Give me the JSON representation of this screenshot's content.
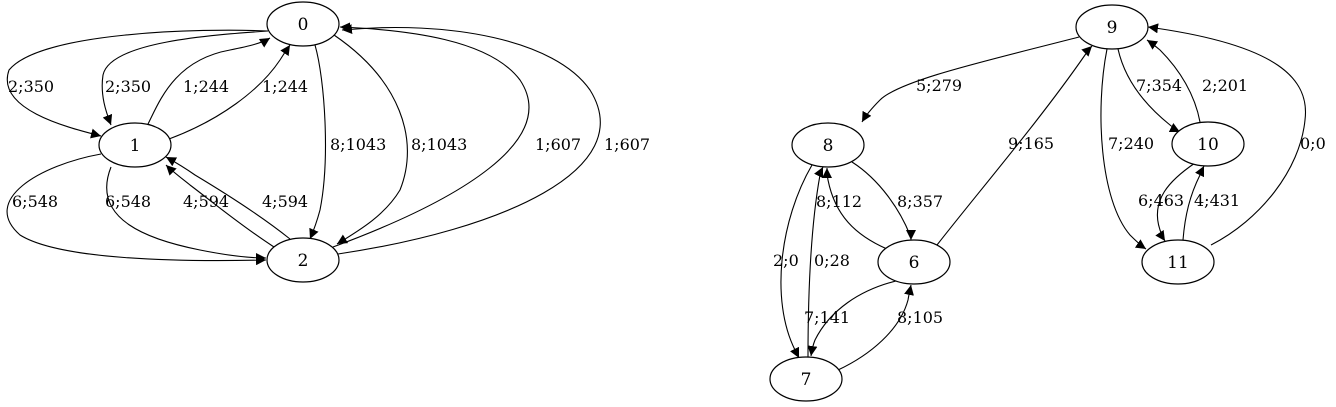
{
  "nodes": [
    {
      "id": "0",
      "label": "0"
    },
    {
      "id": "1",
      "label": "1"
    },
    {
      "id": "2",
      "label": "2"
    },
    {
      "id": "9",
      "label": "9"
    },
    {
      "id": "8",
      "label": "8"
    },
    {
      "id": "10",
      "label": "10"
    },
    {
      "id": "6",
      "label": "6"
    },
    {
      "id": "11",
      "label": "11"
    },
    {
      "id": "7",
      "label": "7"
    }
  ],
  "edges": [
    {
      "from": "0",
      "to": "1",
      "label": "2;350"
    },
    {
      "from": "0",
      "to": "1",
      "label": "2;350"
    },
    {
      "from": "1",
      "to": "0",
      "label": "1;244"
    },
    {
      "from": "1",
      "to": "0",
      "label": "1;244"
    },
    {
      "from": "0",
      "to": "2",
      "label": "8;1043"
    },
    {
      "from": "0",
      "to": "2",
      "label": "8;1043"
    },
    {
      "from": "2",
      "to": "0",
      "label": "1;607"
    },
    {
      "from": "2",
      "to": "0",
      "label": "1;607"
    },
    {
      "from": "1",
      "to": "2",
      "label": "6;548"
    },
    {
      "from": "1",
      "to": "2",
      "label": "6;548"
    },
    {
      "from": "2",
      "to": "1",
      "label": "4;594"
    },
    {
      "from": "2",
      "to": "1",
      "label": "4;594"
    },
    {
      "from": "9",
      "to": "8",
      "label": "5;279"
    },
    {
      "from": "9",
      "to": "10",
      "label": "7;354"
    },
    {
      "from": "10",
      "to": "9",
      "label": "2;201"
    },
    {
      "from": "9",
      "to": "11",
      "label": "7;240"
    },
    {
      "from": "11",
      "to": "9",
      "label": "0;0"
    },
    {
      "from": "10",
      "to": "11",
      "label": "6;463"
    },
    {
      "from": "11",
      "to": "10",
      "label": "4;431"
    },
    {
      "from": "6",
      "to": "9",
      "label": "9;165"
    },
    {
      "from": "6",
      "to": "8",
      "label": "8;112"
    },
    {
      "from": "8",
      "to": "6",
      "label": "8;357"
    },
    {
      "from": "8",
      "to": "7",
      "label": "2;0"
    },
    {
      "from": "7",
      "to": "8",
      "label": "0;28"
    },
    {
      "from": "6",
      "to": "7",
      "label": "7;141"
    },
    {
      "from": "7",
      "to": "6",
      "label": "8;105"
    }
  ]
}
